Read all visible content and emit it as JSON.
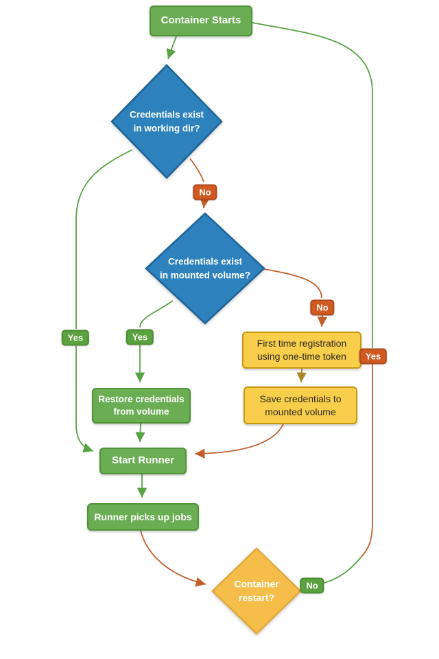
{
  "nodes": {
    "container_starts": {
      "label": "Container Starts"
    },
    "diamond_working_dir": {
      "label": "Credentials exist\nin working dir?"
    },
    "diamond_mounted_volume": {
      "label": "Credentials exist\nin mounted volume?"
    },
    "first_time_registration": {
      "label": "First time registration\nusing one-time token"
    },
    "save_credentials": {
      "label": "Save credentials to\nmounted volume"
    },
    "restore_credentials": {
      "label": "Restore credentials\nfrom volume"
    },
    "start_runner": {
      "label": "Start Runner"
    },
    "runner_picks_up_jobs": {
      "label": "Runner picks up jobs"
    },
    "container_restart": {
      "label": "Container\nrestart?"
    }
  },
  "badges": {
    "no_working_dir": {
      "label": "No"
    },
    "yes_working_dir": {
      "label": "Yes"
    },
    "yes_mounted_volume": {
      "label": "Yes"
    },
    "no_mounted_volume": {
      "label": "No"
    },
    "yes_restart": {
      "label": "Yes"
    },
    "no_restart": {
      "label": "No"
    }
  },
  "colors": {
    "green_fill": "#6aad53",
    "green_border": "#4f9238",
    "green_line": "#56a244",
    "blue_fill": "#2d82bd",
    "blue_border": "#1e6396",
    "yellow_fill": "#f8ce4b",
    "yellow_border": "#c8990f",
    "restart_fill": "#f5bd4a",
    "restart_border": "#e2a83b",
    "orange_line": "#c35e2b",
    "gold_line": "#ab8626",
    "badge_green": "#5aa33e",
    "badge_orange": "#d05a21"
  }
}
